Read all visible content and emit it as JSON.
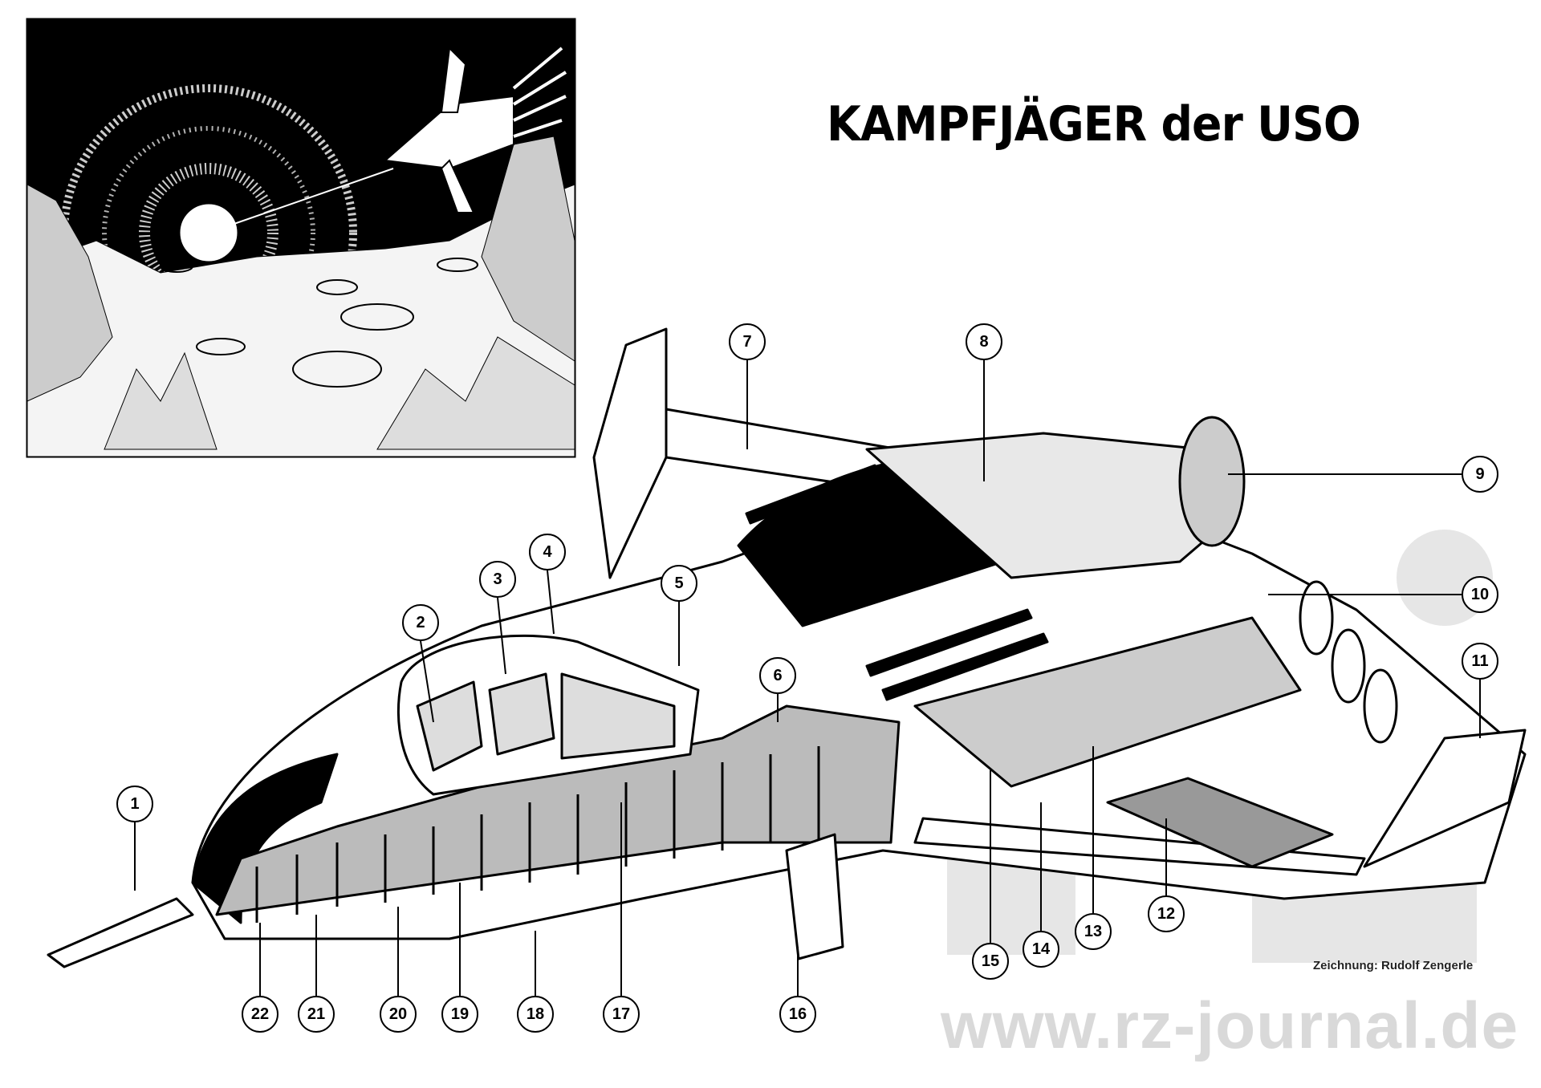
{
  "title": "KAMPFJÄGER der USO",
  "credit": "Zeichnung: Rudolf Zengerle",
  "watermark": "www.rz-journal.de",
  "callouts": [
    "1",
    "2",
    "3",
    "4",
    "5",
    "6",
    "7",
    "8",
    "9",
    "10",
    "11",
    "12",
    "13",
    "14",
    "15",
    "16",
    "17",
    "18",
    "19",
    "20",
    "21",
    "22"
  ],
  "colors": {
    "ink": "#000000",
    "watermark": "#d9d9d9",
    "paper": "#ffffff"
  }
}
